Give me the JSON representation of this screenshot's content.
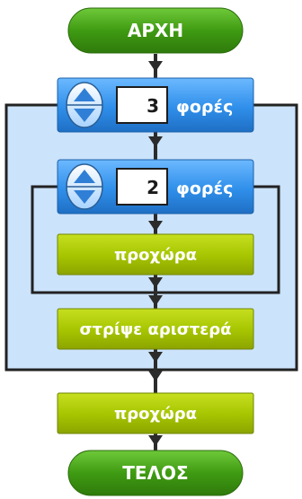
{
  "program": {
    "start_label": "ΑΡΧΗ",
    "end_label": "ΤΕΛΟΣ",
    "outer_loop": {
      "count": "3",
      "unit": "φορές"
    },
    "inner_loop": {
      "count": "2",
      "unit": "φορές",
      "body_label": "προχώρα"
    },
    "turn_label": "στρίψε αριστερά",
    "final_label": "προχώρα"
  },
  "colors": {
    "terminal_green": "#3f9b12",
    "loop_blue": "#2f8fea",
    "action_olive": "#a6c400",
    "outer_loop_fill": "#cbe3fb",
    "outline": "#222222",
    "connector": "#2b2b2b"
  },
  "icons": [
    "stepper-up-icon",
    "stepper-down-icon",
    "arrow-down-icon"
  ]
}
